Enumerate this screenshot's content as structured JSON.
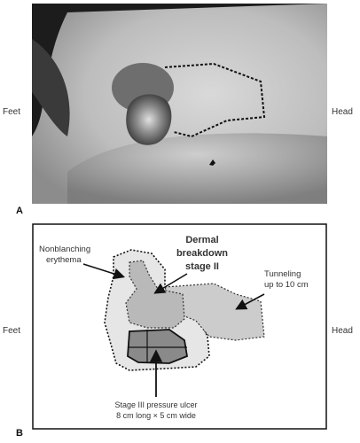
{
  "panel_a": {
    "letter": "A",
    "left_label": "Feet",
    "right_label": "Head"
  },
  "panel_b": {
    "letter": "B",
    "left_label": "Feet",
    "right_label": "Head",
    "labels": {
      "nonblanching_1": "Nonblanching",
      "nonblanching_2": "erythema",
      "dermal_1": "Dermal",
      "dermal_2": "breakdown",
      "dermal_3": "stage II",
      "tunneling_1": "Tunneling",
      "tunneling_2": "up to 10 cm",
      "stage3_1": "Stage III pressure ulcer",
      "stage3_2": "8 cm long × 5 cm wide"
    }
  },
  "colors": {
    "photo_dark": "#1c1c1c",
    "skin_light": "#c9c9c9",
    "outer_region": "#e6e6e6",
    "tunnel_region": "#cccccc",
    "dermal_region": "#b9b9b9",
    "ulcer_region": "#8a8a8a"
  }
}
